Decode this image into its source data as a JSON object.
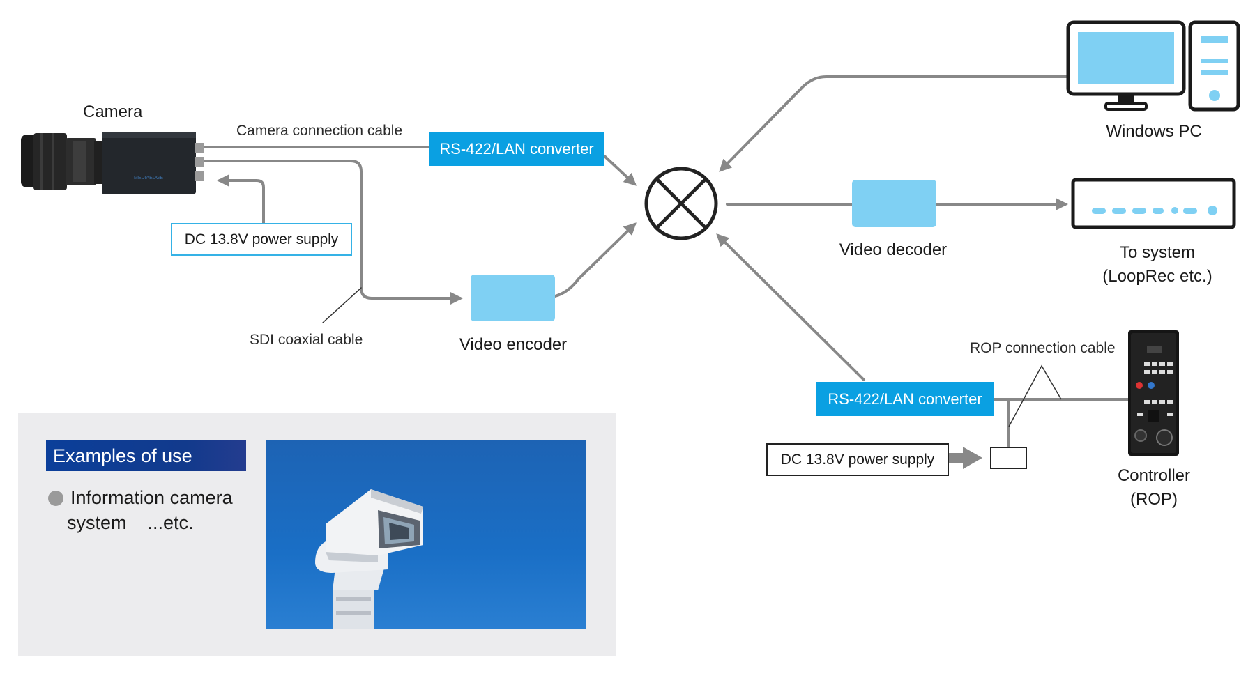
{
  "camera": {
    "label": "Camera",
    "brand": "MEDIAEDGE"
  },
  "labels": {
    "camera_cable": "Camera connection cable",
    "sdi_cable": "SDI coaxial cable",
    "rop_cable": "ROP connection cable"
  },
  "boxes": {
    "rs422_top": "RS-422/LAN converter",
    "rs422_bottom": "RS-422/LAN converter",
    "power_top": "DC 13.8V power supply",
    "power_bottom": "DC 13.8V power supply"
  },
  "devices": {
    "video_encoder": "Video encoder",
    "video_decoder": "Video decoder",
    "windows_pc": "Windows PC",
    "to_system_line1": "To system",
    "to_system_line2": "(LoopRec etc.)",
    "controller_line1": "Controller",
    "controller_line2": "(ROP)"
  },
  "examples": {
    "title": "Examples of use",
    "item_line1": "Information camera",
    "item_line2": "system    ...etc."
  },
  "colors": {
    "accent_blue": "#0aa0e2",
    "device_blue": "#7fd0f3",
    "wire_gray": "#888888",
    "title_navy": "#0b3f9a"
  }
}
